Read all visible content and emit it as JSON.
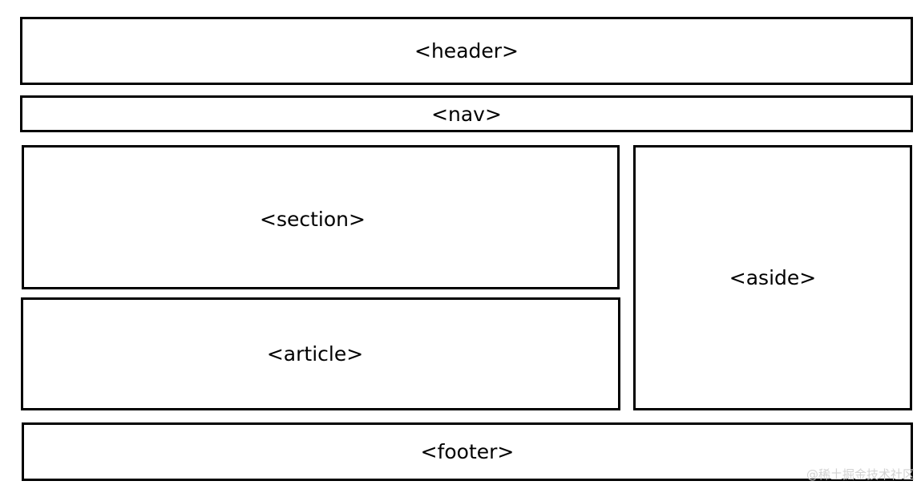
{
  "diagram": {
    "header_label": "<header>",
    "nav_label": "<nav>",
    "section_label": "<section>",
    "article_label": "<article>",
    "aside_label": "<aside>",
    "footer_label": "<footer>"
  },
  "watermark": "@稀土掘金技术社区",
  "colors": {
    "border": "#000000",
    "background": "#ffffff",
    "watermark": "#d2d2d2"
  }
}
